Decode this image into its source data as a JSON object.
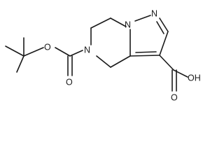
{
  "molecule": {
    "atoms": {
      "N1": "N",
      "N2": "N",
      "N5": "N",
      "O_ether": "O",
      "O_carbonyl": "O",
      "O_acid_carbonyl": "O",
      "OH": "OH"
    },
    "colors": {
      "ink": "#1a1a1a",
      "background": "#ffffff"
    }
  }
}
